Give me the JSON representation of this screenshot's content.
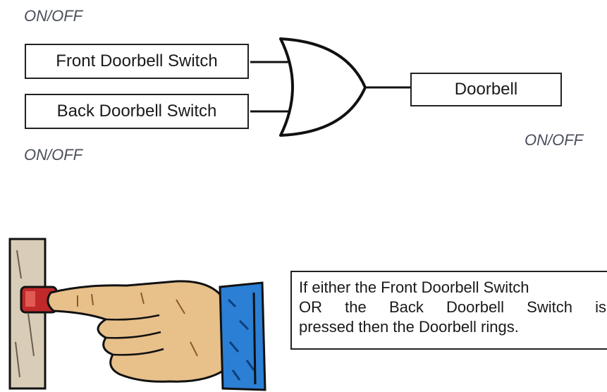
{
  "top_state_label": "ON/OFF",
  "bottom_state_label": "ON/OFF",
  "output_state_label": "ON/OFF",
  "inputs": {
    "front": "Front Doorbell Switch",
    "back": "Back Doorbell Switch"
  },
  "output": "Doorbell",
  "gate_icon": "or-gate-icon",
  "illustration_icon": "finger-pressing-button-icon",
  "description": {
    "line1": "If either the Front Doorbell Switch",
    "line2_words": [
      "OR",
      "the",
      "Back",
      "Doorbell",
      "Switch",
      "is"
    ],
    "line3": "pressed then the Doorbell rings."
  },
  "colors": {
    "line": "#111111",
    "label": "#4a4f5a",
    "button": "#c0282a",
    "cuff": "#2b7fd4",
    "skin": "#e8c08a",
    "wall": "#d9cdb8"
  }
}
